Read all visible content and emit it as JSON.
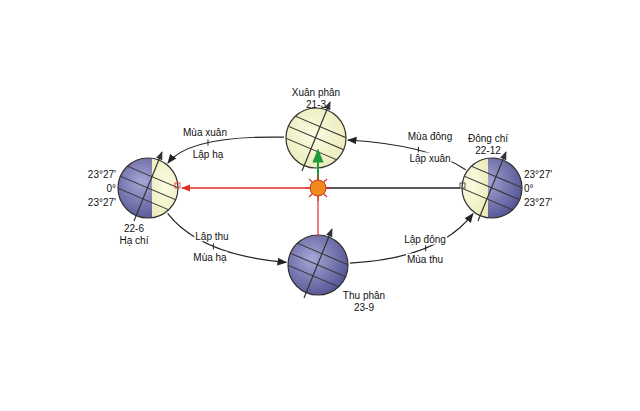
{
  "diagram": {
    "nodes": [
      {
        "text": [
          "Xuân phân",
          "21-3"
        ]
      },
      {
        "text": [
          "22-6",
          "Hạ chí"
        ]
      },
      {
        "text": [
          "Đông chí",
          "22-12"
        ]
      },
      {
        "text": [
          "Thu phân",
          "23-9"
        ]
      }
    ],
    "edges": [
      {
        "from": 2,
        "to": 0,
        "arrow": "to",
        "label": "Mùa đông"
      },
      {
        "from": 0,
        "to": 1,
        "arrow": "to",
        "label": "Mùa xuân"
      },
      {
        "from": 1,
        "to": 3,
        "arrow": "to",
        "label": "Mùa hạ"
      },
      {
        "from": 3,
        "to": 2,
        "arrow": "to",
        "label": "Mùa thu"
      }
    ],
    "labels": [
      "Lập xuân",
      "Lập hạ",
      "Lập thu",
      "Lập đông",
      "23°27'",
      "0°",
      "23°27'",
      "23°27'",
      "0°",
      "23°27'"
    ]
  }
}
